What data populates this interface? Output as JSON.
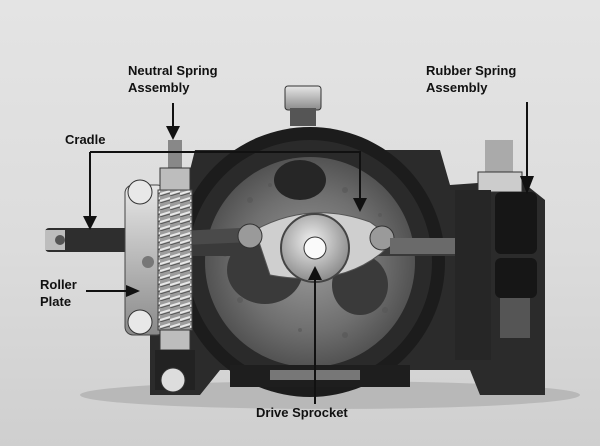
{
  "labels": {
    "neutral_spring": "Neutral Spring\nAssembly",
    "rubber_spring": "Rubber Spring\nAssembly",
    "cradle": "Cradle",
    "roller_plate": "Roller\nPlate",
    "drive_sprocket": "Drive Sprocket"
  },
  "colors": {
    "background": "#dcdcdc",
    "housing": "#1c1c1c",
    "metal": "#bdbdbd",
    "arrow": "#111111"
  }
}
